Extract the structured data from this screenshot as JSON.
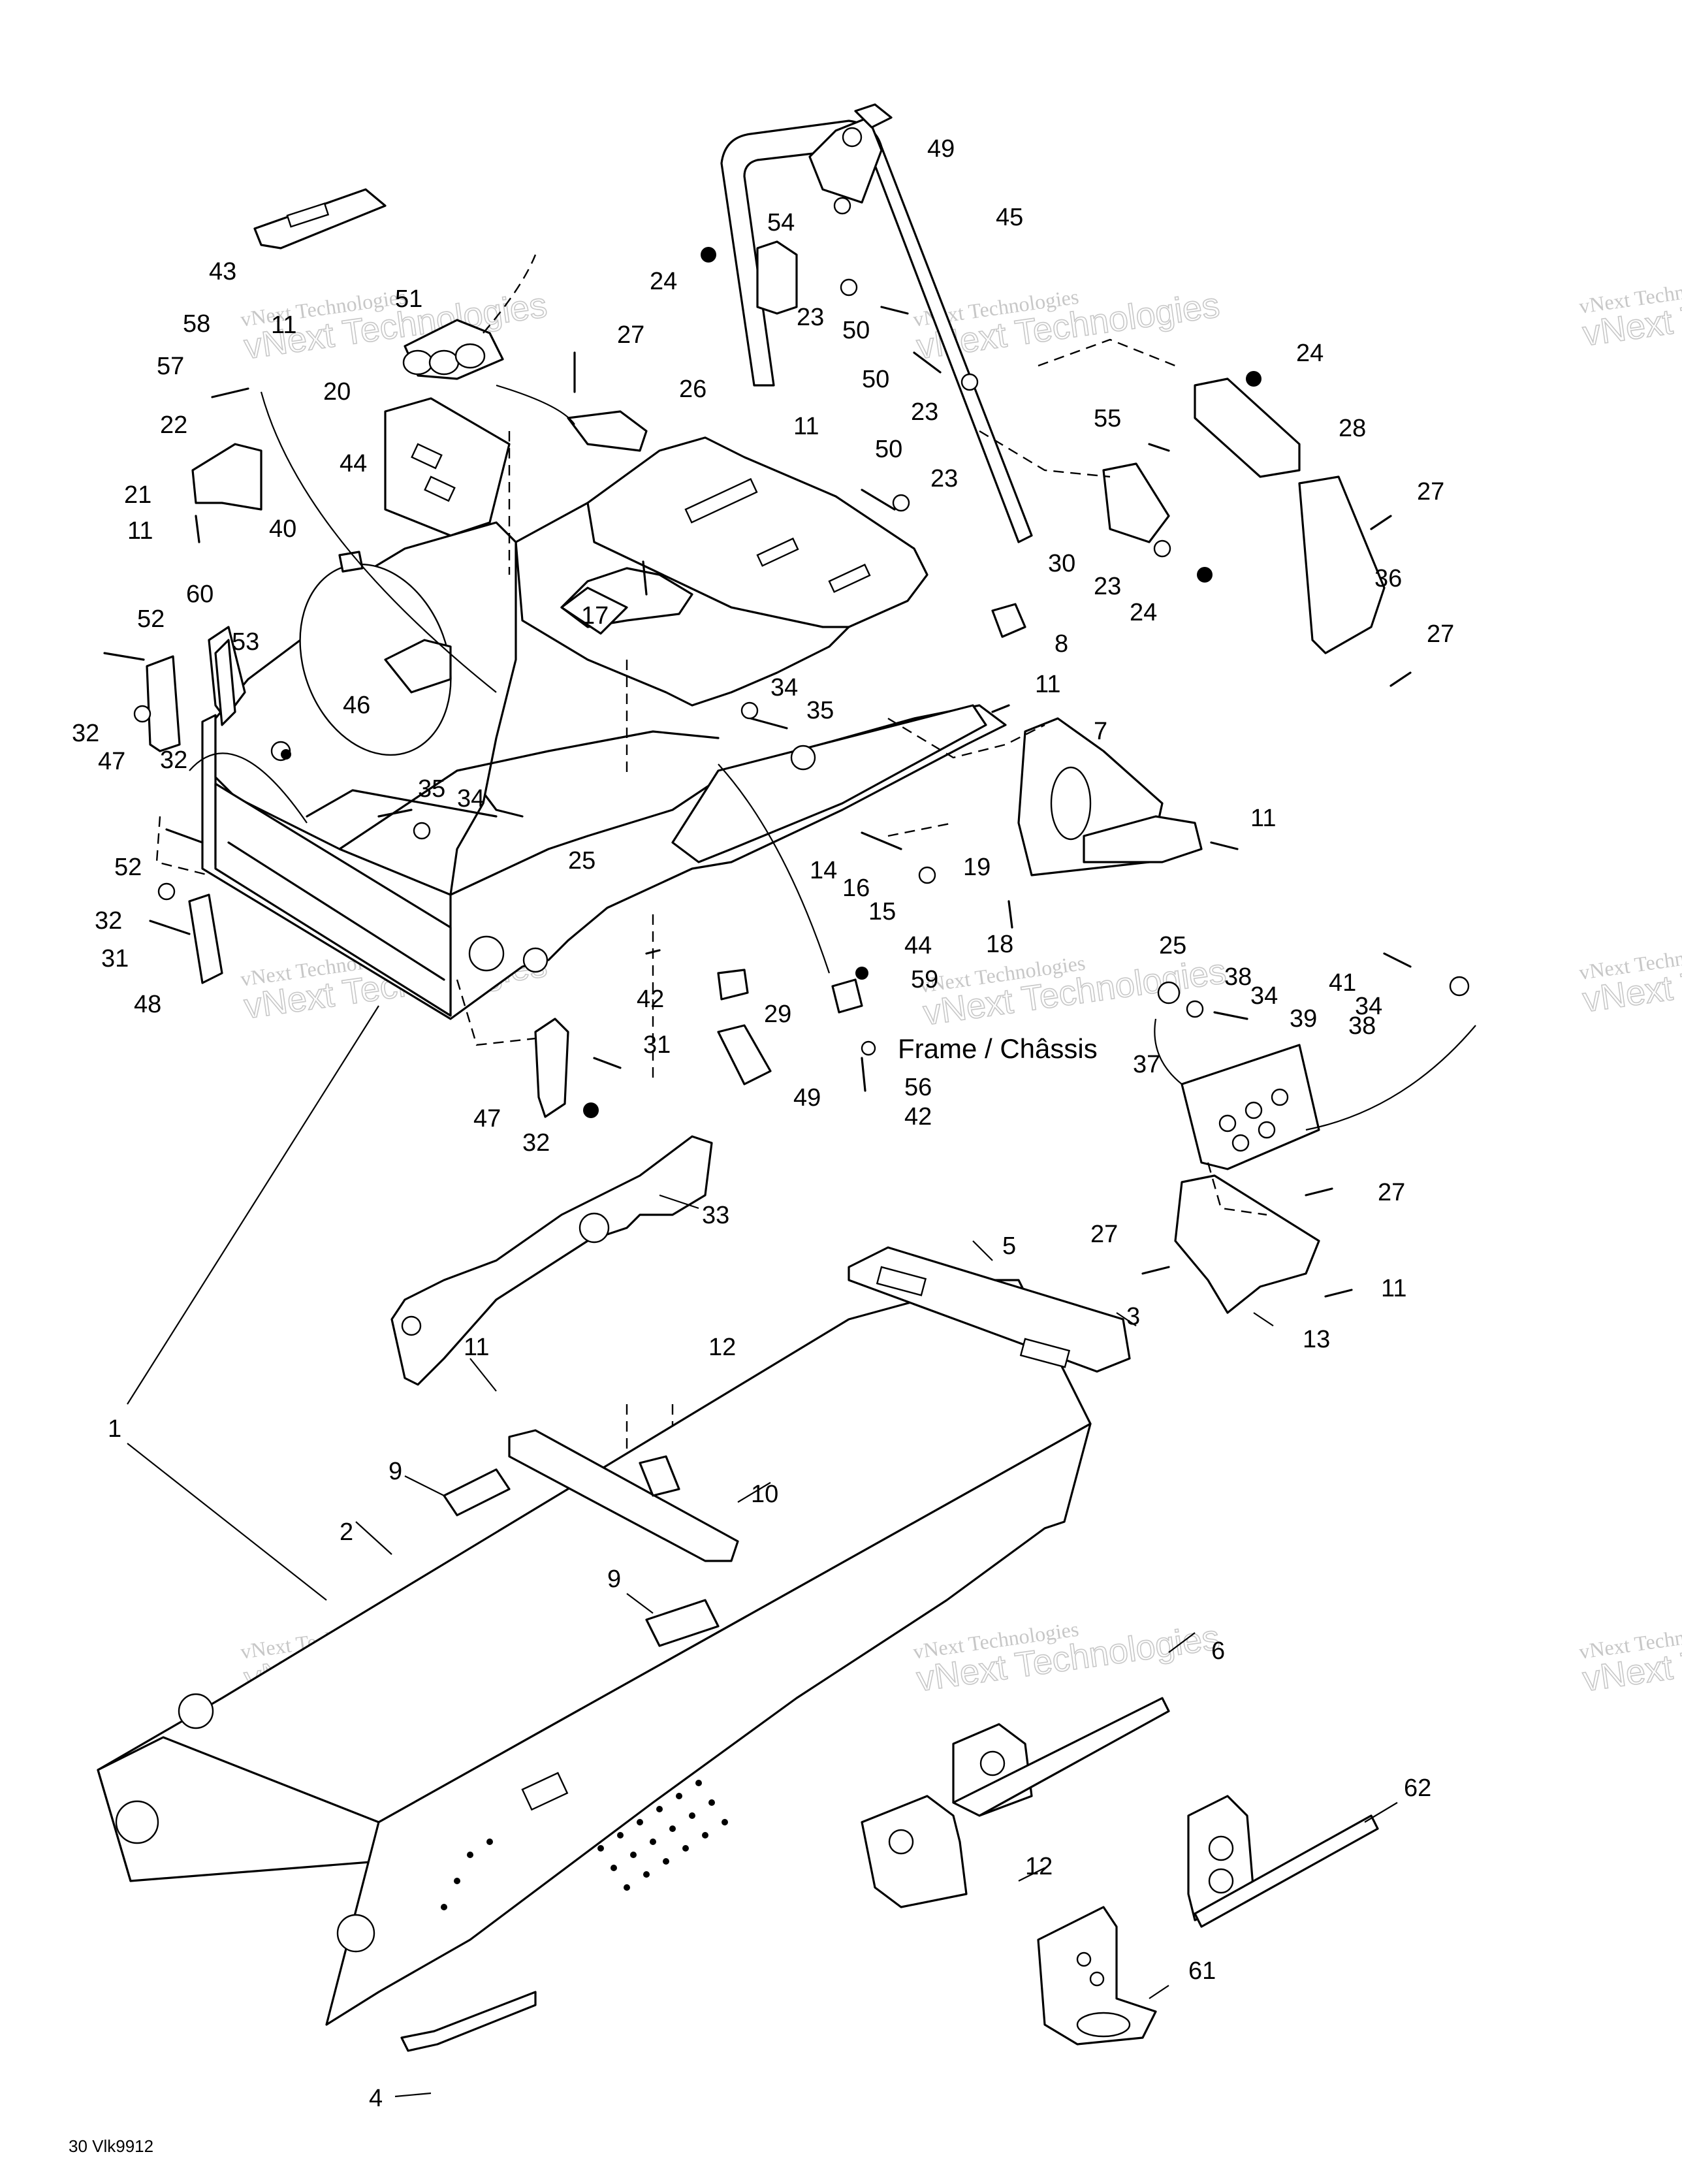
{
  "diagram": {
    "caption": "Frame / Châssis",
    "figure_code": "30 Vlk9912",
    "watermark": {
      "line1": "vNext Technologies",
      "line2": "vNext Technologies"
    },
    "callouts": [
      "1",
      "2",
      "3",
      "4",
      "5",
      "6",
      "7",
      "8",
      "9",
      "9",
      "10",
      "11",
      "11",
      "11",
      "11",
      "11",
      "11",
      "11",
      "12",
      "12",
      "13",
      "14",
      "15",
      "16",
      "17",
      "18",
      "19",
      "20",
      "21",
      "22",
      "23",
      "23",
      "23",
      "23",
      "24",
      "24",
      "24",
      "25",
      "25",
      "26",
      "27",
      "27",
      "27",
      "27",
      "27",
      "28",
      "29",
      "30",
      "31",
      "31",
      "32",
      "32",
      "32",
      "32",
      "33",
      "34",
      "34",
      "34",
      "34",
      "35",
      "35",
      "36",
      "37",
      "38",
      "38",
      "39",
      "40",
      "41",
      "42",
      "42",
      "43",
      "44",
      "44",
      "45",
      "46",
      "47",
      "47",
      "48",
      "49",
      "49",
      "50",
      "50",
      "50",
      "51",
      "52",
      "52",
      "53",
      "54",
      "55",
      "56",
      "57",
      "58",
      "59",
      "60",
      "61",
      "62"
    ]
  }
}
